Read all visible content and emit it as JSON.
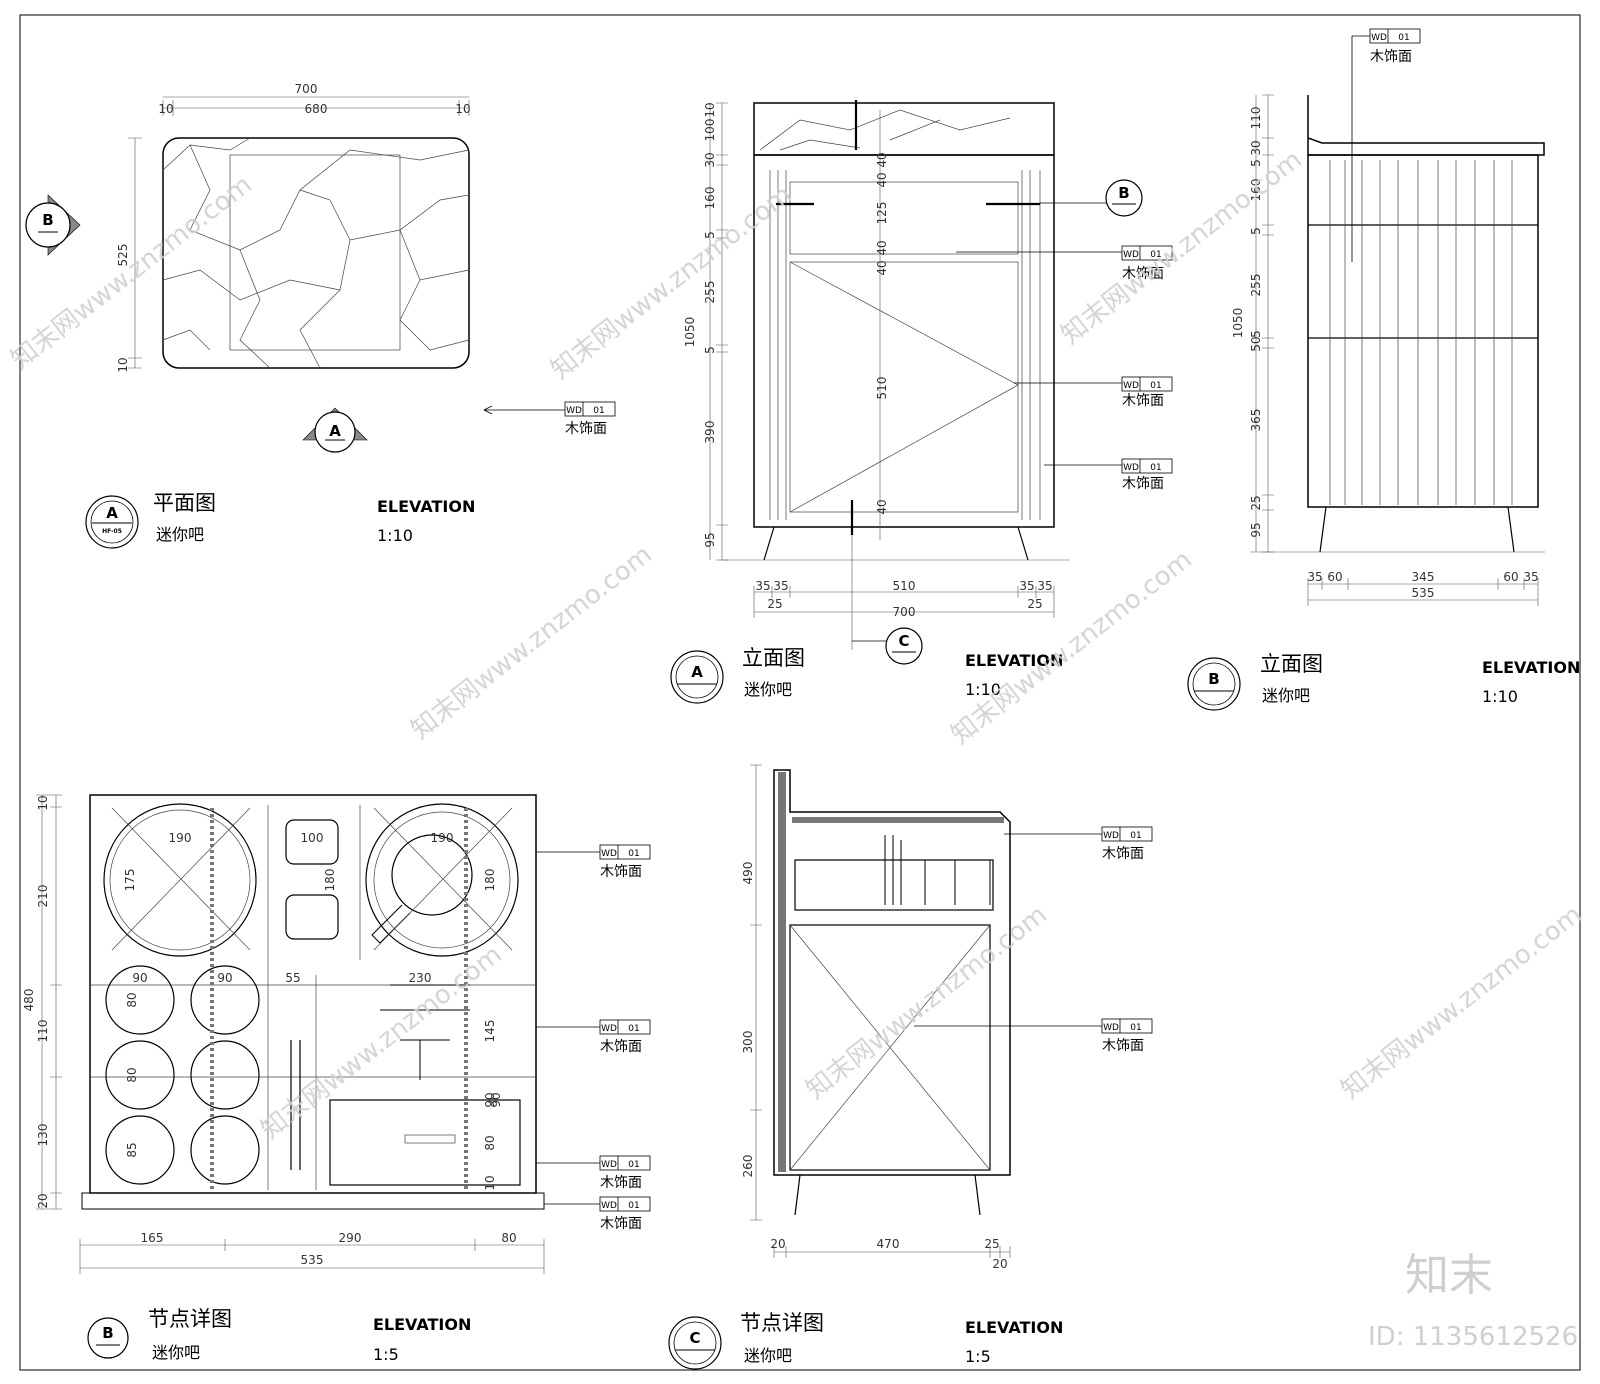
{
  "views": [
    {
      "id": "plan",
      "bubble_letter": "A",
      "bubble_sheet": "HF-05",
      "title": "平面图",
      "subtitle": "迷你吧",
      "elevation_label": "ELEVATION",
      "scale": "1:10"
    },
    {
      "id": "elev_a",
      "bubble_letter": "A",
      "title": "立面图",
      "subtitle": "迷你吧",
      "elevation_label": "ELEVATION",
      "scale": "1:10"
    },
    {
      "id": "elev_b",
      "bubble_letter": "B",
      "title": "立面图",
      "subtitle": "迷你吧",
      "elevation_label": "ELEVATION",
      "scale": "1:10"
    },
    {
      "id": "detail_b",
      "bubble_letter": "B",
      "title": "节点详图",
      "subtitle": "迷你吧",
      "elevation_label": "ELEVATION",
      "scale": "1:5"
    },
    {
      "id": "detail_c",
      "bubble_letter": "C",
      "title": "节点详图",
      "subtitle": "迷你吧",
      "elevation_label": "ELEVATION",
      "scale": "1:5"
    }
  ],
  "section_marks": {
    "plan_b": "B",
    "plan_a": "A",
    "elev_a_b": "B",
    "elev_a_c": "C"
  },
  "material_tag": {
    "code": "WD",
    "number": "01",
    "label": "木饰面"
  },
  "dims": {
    "plan_top": [
      "700",
      "680",
      "10",
      "10"
    ],
    "plan_left": [
      "525",
      "10"
    ],
    "elev_a_left": [
      "100",
      "10",
      "30",
      "160",
      "5",
      "255",
      "5",
      "390",
      "95",
      "1050"
    ],
    "elev_a_inner": [
      "40",
      "40",
      "125",
      "40",
      "40",
      "510",
      "40"
    ],
    "elev_a_bottom": [
      "35",
      "35",
      "510",
      "35",
      "35",
      "25",
      "700",
      "25"
    ],
    "elev_b_left": [
      "110",
      "30",
      "5",
      "160",
      "5",
      "255",
      "5",
      "50",
      "365",
      "25",
      "95",
      "1050"
    ],
    "elev_b_bottom": [
      "35",
      "60",
      "345",
      "60",
      "35",
      "535"
    ],
    "detail_b_left": [
      "10",
      "210",
      "480",
      "110",
      "130",
      "20"
    ],
    "detail_b_inner": [
      "190",
      "100",
      "190",
      "175",
      "180",
      "180",
      "90",
      "90",
      "55",
      "230",
      "80",
      "80",
      "145",
      "90",
      "85",
      "80",
      "10",
      "90"
    ],
    "detail_b_bottom": [
      "165",
      "290",
      "80",
      "535"
    ],
    "detail_c_left": [
      "490",
      "300",
      "260"
    ],
    "detail_c_bottom": [
      "20",
      "470",
      "25",
      "20"
    ]
  },
  "watermark": "知末网www.znzmo.com",
  "brand": "知末",
  "id_label": "ID: 1135612526"
}
